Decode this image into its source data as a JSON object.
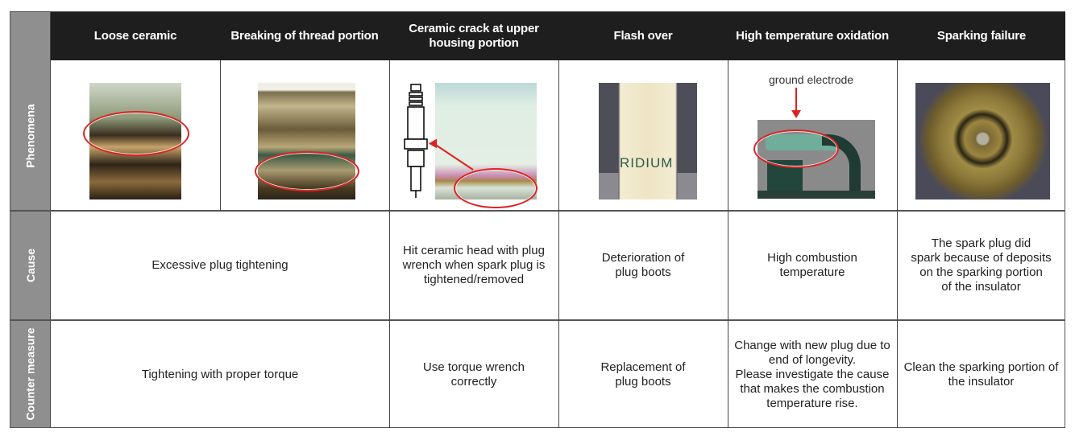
{
  "table": {
    "row_labels": {
      "phenomena": "Phenomena",
      "cause": "Cause",
      "counter_measure": "Counter measure"
    },
    "columns": [
      {
        "title": "Loose ceramic",
        "image": "loose-ceramic-photo"
      },
      {
        "title": "Breaking of thread portion",
        "image": "thread-break-photo"
      },
      {
        "title": "Ceramic crack at upper\nhousing portion",
        "image": "ceramic-crack-photo"
      },
      {
        "title": "Flash over",
        "image": "flash-over-photo"
      },
      {
        "title": "High temperature oxidation",
        "image": "oxidation-photo",
        "annotation": "ground electrode"
      },
      {
        "title": "Sparking failure",
        "image": "sparking-failure-photo"
      }
    ],
    "causes": [
      {
        "span": "col1-2",
        "text": "Excessive plug tightening"
      },
      {
        "span": "col3",
        "text": "Hit ceramic head with plug\nwrench when spark plug is\ntightened/removed"
      },
      {
        "span": "col4",
        "text": "Deterioration of\nplug boots"
      },
      {
        "span": "col5",
        "text": "High combustion\ntemperature"
      },
      {
        "span": "col6",
        "text": "The spark plug did\nspark because of deposits\non the sparking portion\nof the insulator"
      }
    ],
    "counter_measures": [
      {
        "span": "col1-2",
        "text": "Tightening with proper torque"
      },
      {
        "span": "col3",
        "text": "Use torque wrench\ncorrectly"
      },
      {
        "span": "col4",
        "text": "Replacement of\nplug boots"
      },
      {
        "span": "col5",
        "text": "Change with new plug due to\nend of longevity.\nPlease investigate the cause\nthat makes the combustion\ntemperature rise."
      },
      {
        "span": "col6",
        "text": "Clean the sparking portion of\nthe insulator"
      }
    ]
  },
  "colors": {
    "header_bg": "#1e1e1e",
    "label_col_bg": "#8f8f8f",
    "highlight_red": "#dd2222"
  }
}
